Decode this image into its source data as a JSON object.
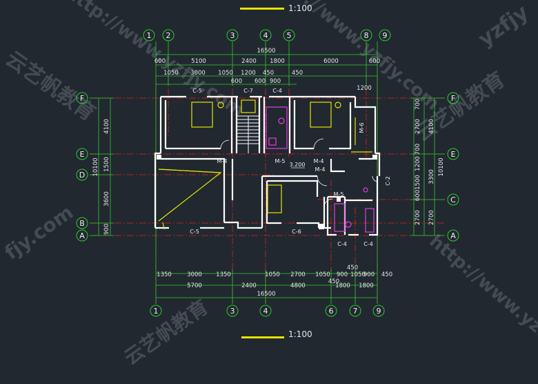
{
  "scale_label": "1:100",
  "axes_top": [
    "1",
    "2",
    "3",
    "4",
    "5",
    "8",
    "9"
  ],
  "axes_bottom": [
    "1",
    "3",
    "4",
    "6",
    "7",
    "9"
  ],
  "axes_left": [
    "F",
    "E",
    "D",
    "B",
    "A"
  ],
  "axes_right": [
    "F",
    "E",
    "C",
    "A"
  ],
  "dims_top": {
    "total": "16500",
    "row2": [
      "600",
      "5100",
      "2400",
      "1800",
      "6000",
      "600"
    ],
    "row3": [
      "1050",
      "3000",
      "1050",
      "1200",
      "450",
      "450"
    ],
    "row4": [
      "600",
      "600",
      "900"
    ],
    "small": "1200"
  },
  "dims_bottom": {
    "row1": [
      "1350",
      "3000",
      "1350",
      "1050",
      "2700",
      "1050",
      "900",
      "1050",
      "900",
      "450"
    ],
    "row2": [
      "5700",
      "2400",
      "4800",
      "450",
      "1800",
      "1800"
    ],
    "mid": "450",
    "total": "16500"
  },
  "dims_left": {
    "total": "10100",
    "seg": [
      "4100",
      "1500",
      "3600",
      "900"
    ]
  },
  "dims_right": {
    "total": "10100",
    "a": [
      "4100",
      "3300",
      "2700"
    ],
    "b": [
      "700",
      "2700",
      "700",
      "1200",
      "1500",
      "600",
      "2700"
    ]
  },
  "labels": {
    "c5_top": "C-5",
    "c7": "C-7",
    "c4_top": "C-4",
    "m6": "M-6",
    "m4_a": "M-4",
    "m5_a": "M-5",
    "m4_b": "M-4",
    "m4_c": "M-4",
    "elev": "3.200",
    "m5_b": "M-5",
    "c2": "C-2",
    "c5_bot": "C-5",
    "c6": "C-6",
    "c4_b1": "C-4",
    "c4_b2": "C-4"
  },
  "watermarks": [
    "云艺帆教育",
    "http://www.yzfjy.com",
    "云艺帆教育",
    "http://www.yzfjy.com",
    "yzfjy",
    "fjy.com",
    "云艺帆教育",
    "http://www.yzfjy.com"
  ]
}
